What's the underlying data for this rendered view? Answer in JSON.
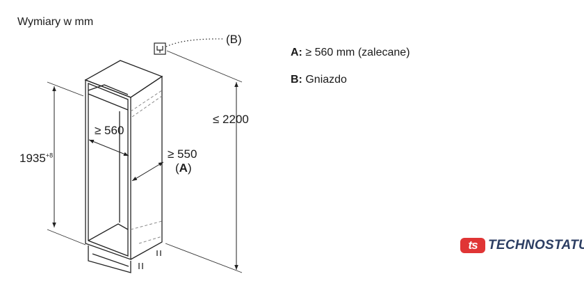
{
  "title": "Wymiary w mm",
  "labels": {
    "socket_ref": "(B)",
    "max_height": "≤ 2200",
    "niche_height": "1935",
    "niche_height_tolerance": "+8",
    "niche_width": "≥ 560",
    "niche_depth": "≥ 550",
    "depth_ref": "(A)"
  },
  "legend": [
    {
      "key": "A:",
      "text": "≥ 560 mm (zalecane)"
    },
    {
      "key": "B:",
      "text": "Gniazdo"
    }
  ],
  "logo": {
    "mark": "ts",
    "text": "TECHNOSTATUS",
    "color": "#e03535",
    "text_color": "#2c3e63"
  }
}
